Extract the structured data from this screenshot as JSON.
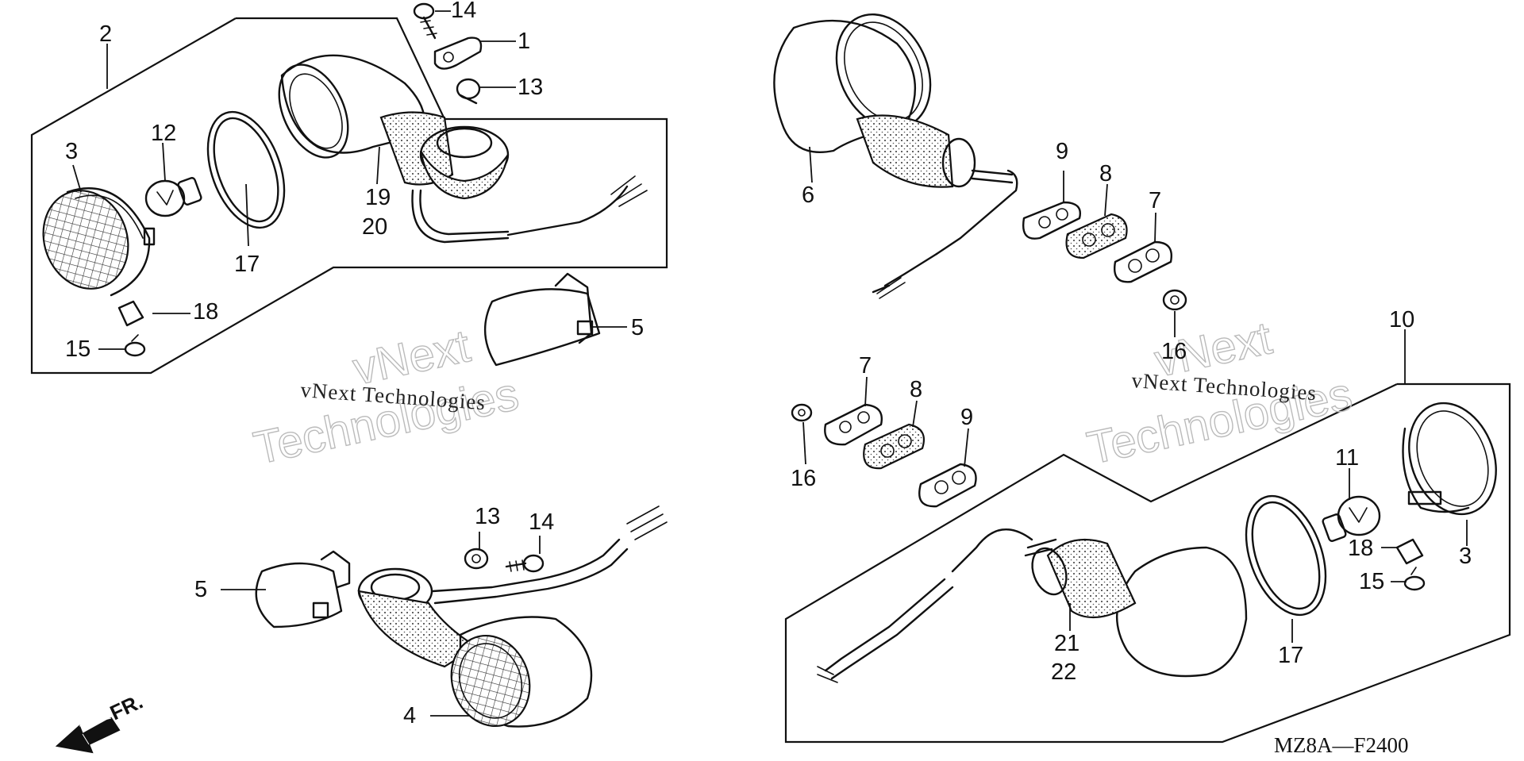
{
  "diagram": {
    "code": "MZ8A—F2400",
    "direction_label": "FR.",
    "watermark_outline": [
      "vNext",
      "Technologies"
    ],
    "watermark_text": "vNext Technologies",
    "callouts": [
      {
        "id": "c-2",
        "text": "2"
      },
      {
        "id": "c-3a",
        "text": "3"
      },
      {
        "id": "c-12",
        "text": "12"
      },
      {
        "id": "c-17a",
        "text": "17"
      },
      {
        "id": "c-18a",
        "text": "18"
      },
      {
        "id": "c-15a",
        "text": "15"
      },
      {
        "id": "c-14a",
        "text": "14"
      },
      {
        "id": "c-1",
        "text": "1"
      },
      {
        "id": "c-13a",
        "text": "13"
      },
      {
        "id": "c-19",
        "text": "19"
      },
      {
        "id": "c-20",
        "text": "20"
      },
      {
        "id": "c-5a",
        "text": "5"
      },
      {
        "id": "c-6",
        "text": "6"
      },
      {
        "id": "c-9a",
        "text": "9"
      },
      {
        "id": "c-8a",
        "text": "8"
      },
      {
        "id": "c-7a",
        "text": "7"
      },
      {
        "id": "c-16a",
        "text": "16"
      },
      {
        "id": "c-10",
        "text": "10"
      },
      {
        "id": "c-7b",
        "text": "7"
      },
      {
        "id": "c-8b",
        "text": "8"
      },
      {
        "id": "c-9b",
        "text": "9"
      },
      {
        "id": "c-16b",
        "text": "16"
      },
      {
        "id": "c-11",
        "text": "11"
      },
      {
        "id": "c-3b",
        "text": "3"
      },
      {
        "id": "c-18b",
        "text": "18"
      },
      {
        "id": "c-15b",
        "text": "15"
      },
      {
        "id": "c-17b",
        "text": "17"
      },
      {
        "id": "c-21",
        "text": "21"
      },
      {
        "id": "c-22",
        "text": "22"
      },
      {
        "id": "c-13b",
        "text": "13"
      },
      {
        "id": "c-14b",
        "text": "14"
      },
      {
        "id": "c-5b",
        "text": "5"
      },
      {
        "id": "c-4",
        "text": "4"
      }
    ]
  }
}
